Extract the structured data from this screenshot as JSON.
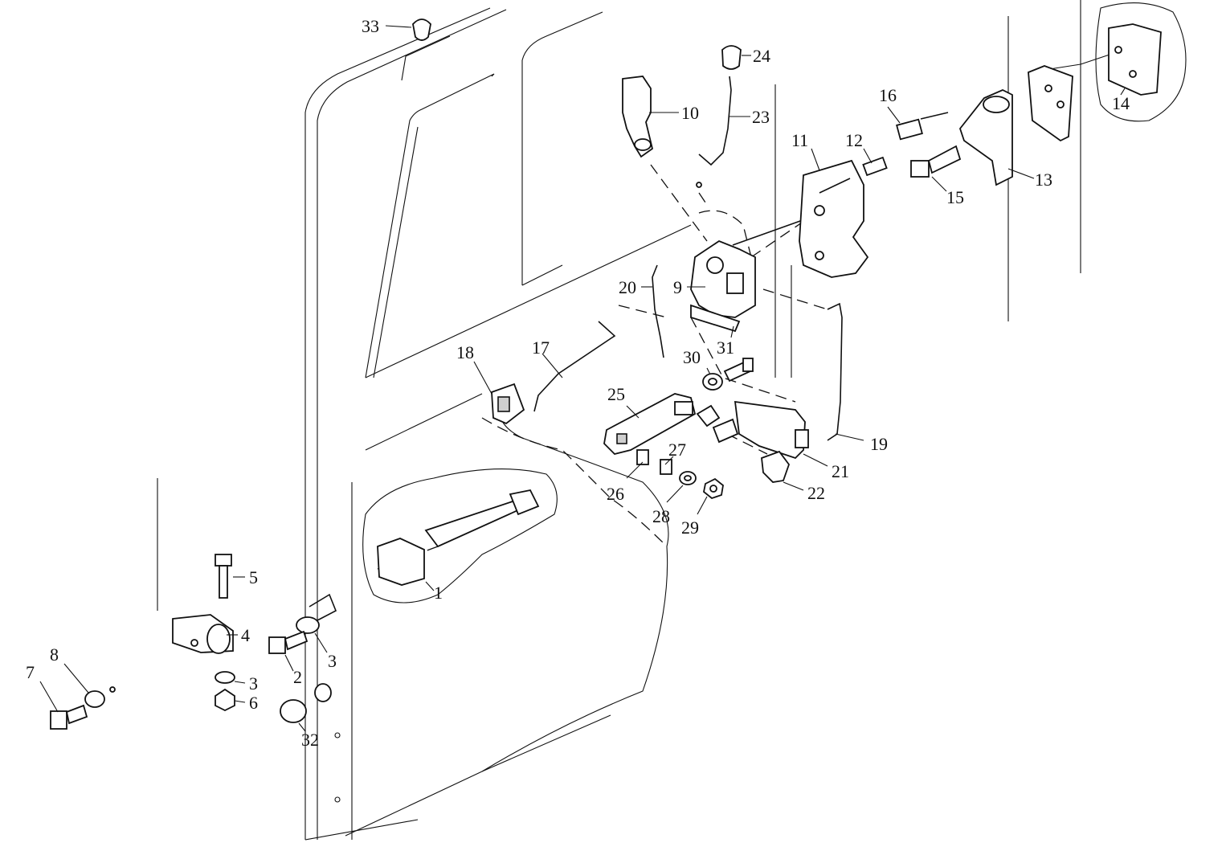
{
  "callouts": [
    {
      "id": "1",
      "label": "1"
    },
    {
      "id": "2",
      "label": "2"
    },
    {
      "id": "3a",
      "label": "3"
    },
    {
      "id": "3b",
      "label": "3"
    },
    {
      "id": "4",
      "label": "4"
    },
    {
      "id": "5",
      "label": "5"
    },
    {
      "id": "6",
      "label": "6"
    },
    {
      "id": "7",
      "label": "7"
    },
    {
      "id": "8",
      "label": "8"
    },
    {
      "id": "9",
      "label": "9"
    },
    {
      "id": "10",
      "label": "10"
    },
    {
      "id": "11",
      "label": "11"
    },
    {
      "id": "12",
      "label": "12"
    },
    {
      "id": "13",
      "label": "13"
    },
    {
      "id": "14",
      "label": "14"
    },
    {
      "id": "15",
      "label": "15"
    },
    {
      "id": "16",
      "label": "16"
    },
    {
      "id": "17",
      "label": "17"
    },
    {
      "id": "18",
      "label": "18"
    },
    {
      "id": "19",
      "label": "19"
    },
    {
      "id": "20",
      "label": "20"
    },
    {
      "id": "21",
      "label": "21"
    },
    {
      "id": "22",
      "label": "22"
    },
    {
      "id": "23",
      "label": "23"
    },
    {
      "id": "24",
      "label": "24"
    },
    {
      "id": "25",
      "label": "25"
    },
    {
      "id": "26",
      "label": "26"
    },
    {
      "id": "27",
      "label": "27"
    },
    {
      "id": "28",
      "label": "28"
    },
    {
      "id": "29",
      "label": "29"
    },
    {
      "id": "30",
      "label": "30"
    },
    {
      "id": "31",
      "label": "31"
    },
    {
      "id": "32",
      "label": "32"
    },
    {
      "id": "33",
      "label": "33"
    }
  ]
}
